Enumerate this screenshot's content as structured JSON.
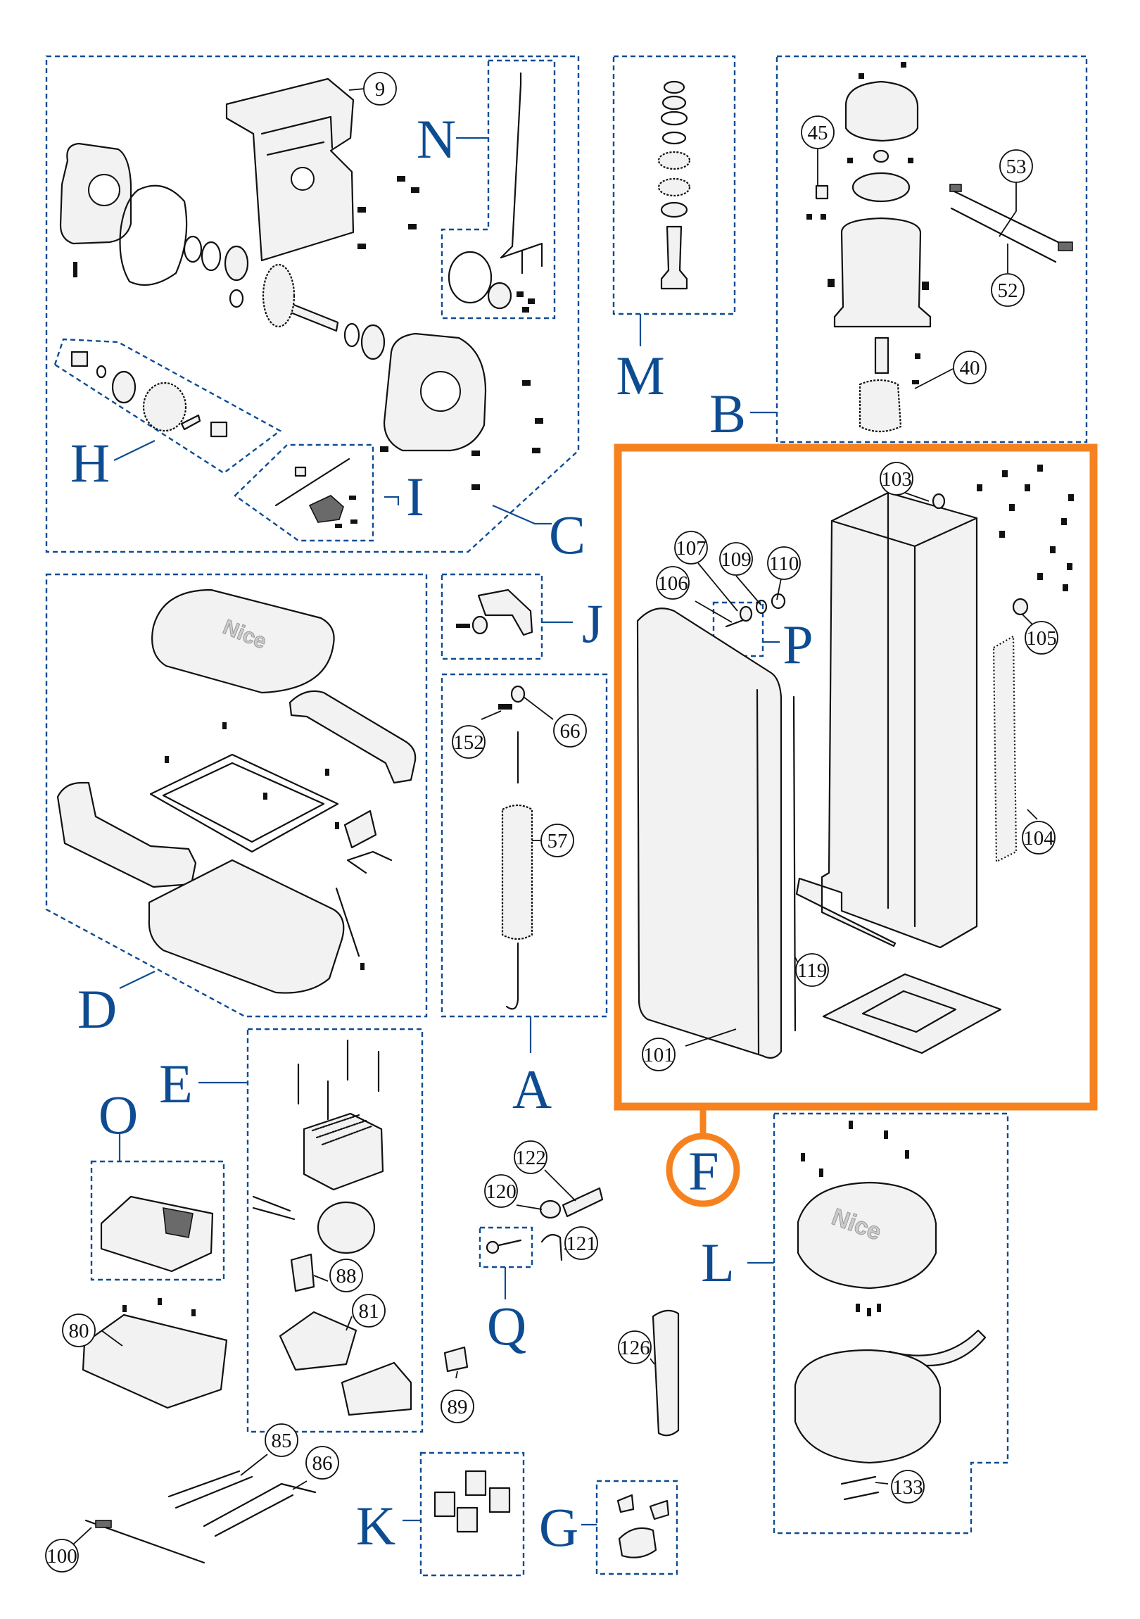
{
  "colors": {
    "group_blue": "#0e4c92",
    "highlight_orange": "#f5821f",
    "line": "#111111"
  },
  "groups": [
    {
      "letter": "A"
    },
    {
      "letter": "B"
    },
    {
      "letter": "C"
    },
    {
      "letter": "D"
    },
    {
      "letter": "E"
    },
    {
      "letter": "F"
    },
    {
      "letter": "G"
    },
    {
      "letter": "H"
    },
    {
      "letter": "I"
    },
    {
      "letter": "J"
    },
    {
      "letter": "K"
    },
    {
      "letter": "L"
    },
    {
      "letter": "M"
    },
    {
      "letter": "N"
    },
    {
      "letter": "O"
    },
    {
      "letter": "P"
    },
    {
      "letter": "Q"
    }
  ],
  "callouts": [
    "9",
    "45",
    "53",
    "52",
    "40",
    "103",
    "107",
    "109",
    "110",
    "106",
    "105",
    "104",
    "119",
    "101",
    "152",
    "66",
    "57",
    "122",
    "120",
    "121",
    "88",
    "81",
    "80",
    "126",
    "89",
    "85",
    "86",
    "100",
    "133"
  ],
  "brand_marks": {
    "logo_text": "Nice"
  },
  "highlighted_group": "F"
}
